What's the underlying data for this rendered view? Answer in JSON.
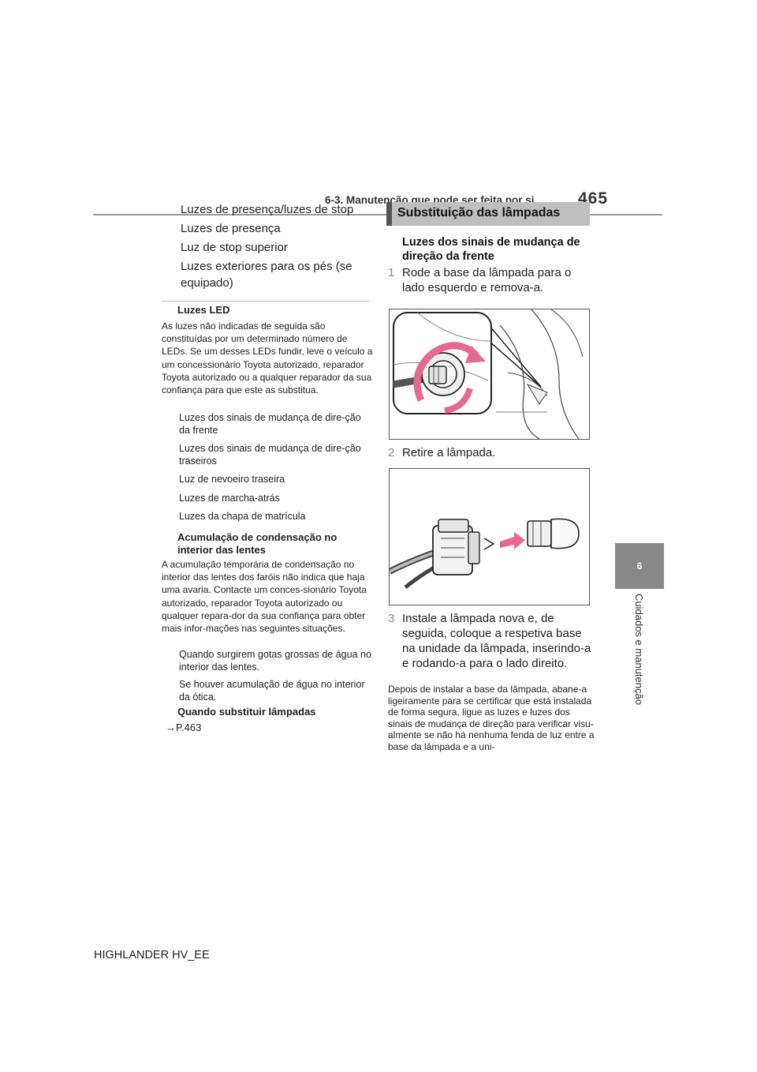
{
  "header": {
    "title": "6-3. Manutenção que pode ser feita por si",
    "page_number": "465"
  },
  "chapter": {
    "number": "6",
    "label": "Cuidados e manutenção"
  },
  "left_column": {
    "lamps": [
      "Luzes de presença/luzes de stop",
      "Luzes de presença",
      "Luz de stop superior",
      "Luzes exteriores para os pés (se equipado)"
    ],
    "led_heading": "Luzes LED",
    "led_text": "As luzes não indicadas de seguida são constituídas por um determinado número de LEDs. Se um desses LEDs fundir, leve o veículo a um concessionário Toyota autorizado, reparador Toyota autorizado ou a qualquer reparador da sua confiança para que este as substitua.",
    "led_items": [
      "Luzes dos sinais de mudança de dire-ção da frente",
      "Luzes dos sinais de mudança de dire-ção traseiros",
      "Luz de nevoeiro traseira",
      "Luzes de marcha-atrás",
      "Luzes da chapa de matrícula"
    ],
    "condensation_heading": "Acumulação de condensação no interior das lentes",
    "condensation_text": "A acumulação temporária de condensação no interior das lentes dos faróis não indica que haja uma avaria. Contacte um conces-sionário Toyota autorizado, reparador Toyota autorizado ou qualquer repara-dor da sua confiança para obter mais infor-mações nas seguintes situações.",
    "condensation_items": [
      "Quando surgirem gotas grossas de água no interior das lentes.",
      "Se houver acumulação de água no interior da ótica."
    ],
    "replace_heading": "Quando substituir lâmpadas",
    "replace_ref": "→P.463"
  },
  "right_column": {
    "section_title": "Substituição das lâmpadas",
    "subhead": "Luzes dos sinais de mudança de direção da frente",
    "steps": [
      {
        "num": "1",
        "text": "Rode a base da lâmpada para o lado esquerdo e remova-a."
      },
      {
        "num": "2",
        "text": "Retire a lâmpada."
      },
      {
        "num": "3",
        "text": "Instale a lâmpada nova e, de seguida, coloque a respetiva base na unidade da lâmpada, inserindo-a e rodando-a para o lado direito."
      }
    ],
    "after_text": "Depois de instalar a base da lâmpada, abane-a ligeiramente para se certificar que está instalada de forma segura, ligue as luzes e luzes dos sinais de mudança de direção para verificar visu-almente se não há nenhuma fenda de luz entre a base da lâmpada e a uni-",
    "accent_color": "#e46a8f"
  },
  "footer": {
    "model": "HIGHLANDER HV_EE"
  }
}
